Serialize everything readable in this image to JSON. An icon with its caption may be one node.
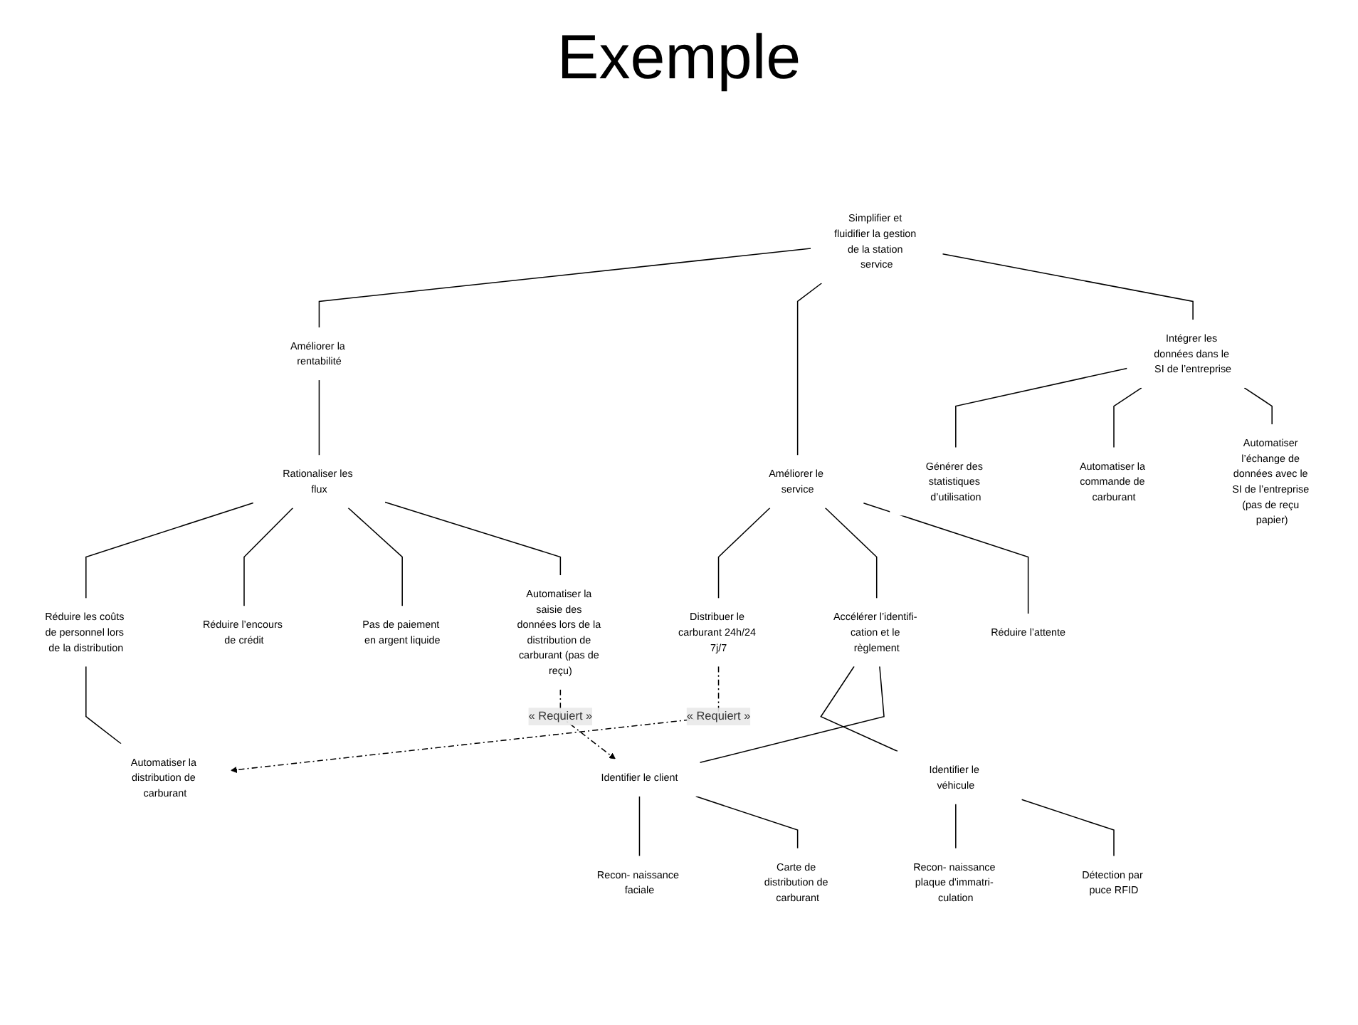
{
  "diagram": {
    "title": "Exemple",
    "nodes": [
      {
        "text": [
          "Simplifier et fluidifier la gestion de la station service"
        ]
      },
      {
        "text": [
          "Améliorer la rentabilité"
        ]
      },
      {
        "text": [
          "Améliorer le service"
        ]
      },
      {
        "text": [
          "Intégrer les données dans le SI de l’entreprise"
        ]
      },
      {
        "text": [
          "Rationaliser les flux"
        ]
      },
      {
        "text": [
          "Distribuer le carburant 24h/24 7j/7"
        ]
      },
      {
        "text": [
          "Accélérer l’identifi- cation et le règlement"
        ]
      },
      {
        "text": [
          "Réduire l’attente"
        ]
      },
      {
        "text": [
          "Générer des statistiques d’utilisation"
        ]
      },
      {
        "text": [
          "Automatiser la commande de carburant"
        ]
      },
      {
        "text": [
          "Automatiser l’échange de données avec le SI de l’entreprise (pas de reçu papier)"
        ]
      },
      {
        "text": [
          "Réduire les coûts de personnel lors de la distribution"
        ]
      },
      {
        "text": [
          "Réduire l’encours de crédit"
        ]
      },
      {
        "text": [
          "Pas de paiement en argent liquide"
        ]
      },
      {
        "text": [
          "Automatiser la saisie des données lors de la distribution de carburant (pas de reçu)"
        ]
      },
      {
        "text": [
          "Automatiser la distribution de carburant"
        ]
      },
      {
        "text": [
          "Identifier le véhicule"
        ]
      },
      {
        "text": [
          "Identifier le client"
        ]
      },
      {
        "text": [
          "Recon- naissance plaque d'immatri- culation"
        ]
      },
      {
        "text": [
          "Détection par puce RFID"
        ]
      },
      {
        "text": [
          "Recon- naissance faciale"
        ]
      },
      {
        "text": [
          "Carte de distribution de carburant"
        ]
      }
    ],
    "edges": [
      {
        "from": 0,
        "to": 1,
        "arrow": "none"
      },
      {
        "from": 0,
        "to": 2,
        "arrow": "none"
      },
      {
        "from": 0,
        "to": 3,
        "arrow": "none"
      },
      {
        "from": 1,
        "to": 4,
        "arrow": "none"
      },
      {
        "from": 2,
        "to": 5,
        "arrow": "none"
      },
      {
        "from": 2,
        "to": 6,
        "arrow": "none"
      },
      {
        "from": 2,
        "to": 7,
        "arrow": "none"
      },
      {
        "from": 3,
        "to": 8,
        "arrow": "none"
      },
      {
        "from": 3,
        "to": 9,
        "arrow": "none"
      },
      {
        "from": 3,
        "to": 10,
        "arrow": "none"
      },
      {
        "from": 4,
        "to": 11,
        "arrow": "none"
      },
      {
        "from": 4,
        "to": 12,
        "arrow": "none"
      },
      {
        "from": 4,
        "to": 13,
        "arrow": "none"
      },
      {
        "from": 4,
        "to": 14,
        "arrow": "none"
      },
      {
        "from": 6,
        "to": 16,
        "arrow": "none"
      },
      {
        "from": 6,
        "to": 17,
        "arrow": "none"
      },
      {
        "from": 11,
        "to": 15,
        "arrow": "none"
      },
      {
        "from": 16,
        "to": 18,
        "arrow": "none"
      },
      {
        "from": 16,
        "to": 19,
        "arrow": "none"
      },
      {
        "from": 17,
        "to": 20,
        "arrow": "none"
      },
      {
        "from": 17,
        "to": 21,
        "arrow": "none"
      },
      {
        "from": 5,
        "to": 15,
        "arrow": "to",
        "style": "dashed",
        "label": "« Requiert »"
      },
      {
        "from": 14,
        "to": 17,
        "arrow": "to",
        "style": "dashed",
        "label": "« Requiert »"
      }
    ]
  }
}
